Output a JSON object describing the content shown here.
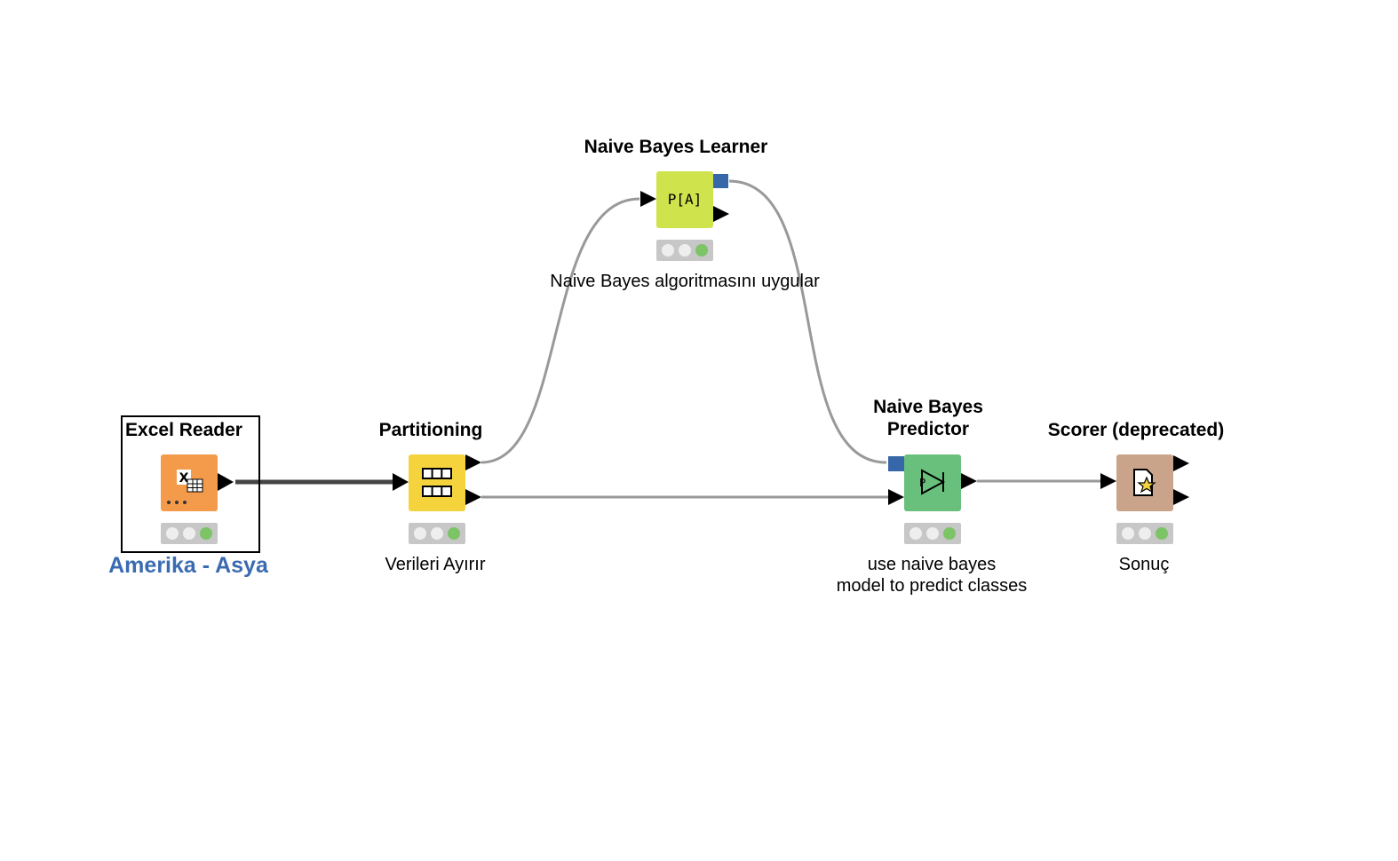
{
  "nodes": {
    "excel_reader": {
      "title": "Excel Reader",
      "annotation": "Amerika - Asya",
      "color": "#f39b4a"
    },
    "partitioning": {
      "title": "Partitioning",
      "description": "Verileri Ayırır",
      "color": "#f5d33c"
    },
    "nb_learner": {
      "title": "Naive Bayes Learner",
      "description": "Naive Bayes algoritmasını uygular",
      "icon_text": "P[A]",
      "color": "#cee34c"
    },
    "nb_predictor": {
      "title_line1": "Naive Bayes",
      "title_line2": "Predictor",
      "description_line1": "use naive bayes",
      "description_line2": "model to predict classes",
      "color": "#69c07c"
    },
    "scorer": {
      "title": "Scorer (deprecated)",
      "description": "Sonuç",
      "color": "#c9a48b"
    }
  },
  "colors": {
    "model_port": "#3667a8",
    "status_green": "#7cc466",
    "annotation_blue": "#3a6bb0"
  }
}
